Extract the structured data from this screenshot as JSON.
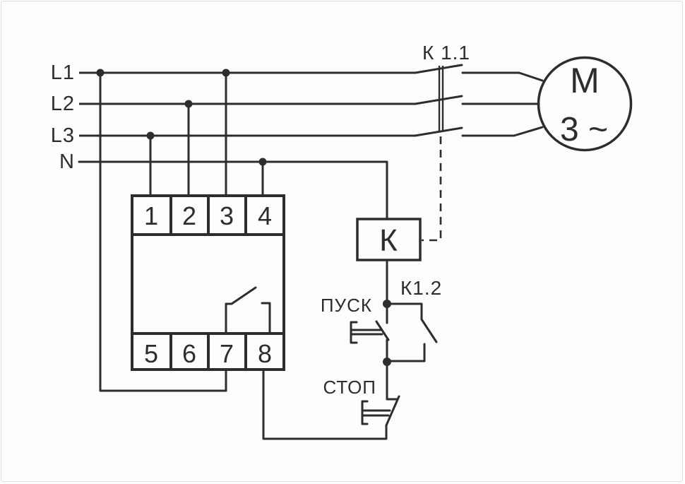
{
  "bus": {
    "l1": "L1",
    "l2": "L2",
    "l3": "L3",
    "n": "N"
  },
  "terminals": {
    "top": [
      "1",
      "2",
      "3",
      "4"
    ],
    "bottom": [
      "5",
      "6",
      "7",
      "8"
    ]
  },
  "labels": {
    "main_contact": "К 1.1",
    "aux_contact": "К1.2",
    "coil": "К",
    "start_button": "ПУСК",
    "stop_button": "СТОП"
  },
  "motor": {
    "symbol": "М",
    "phases": "3 ~"
  },
  "colors": {
    "line": "#2d2d30",
    "background": "#fdfdfd",
    "frame": "#dedede"
  }
}
